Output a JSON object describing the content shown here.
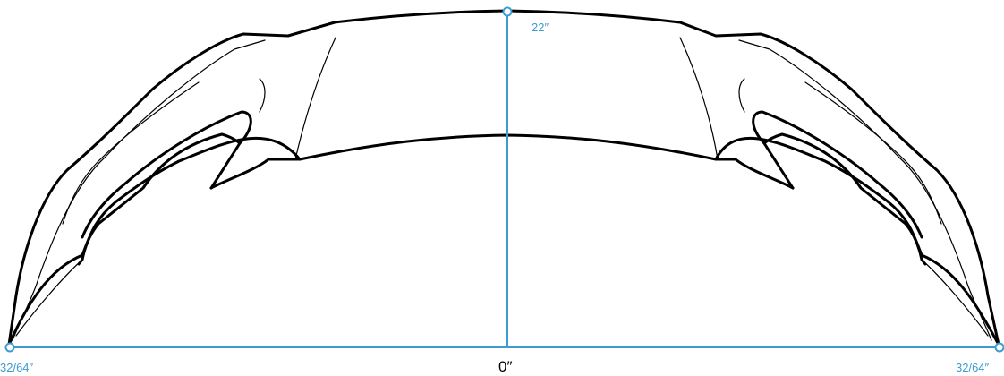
{
  "dimensions": {
    "height_label": "22″",
    "width_center_label": "0″",
    "left_end_label": "32/64″",
    "right_end_label": "32/64″"
  },
  "colors": {
    "dimension": "#3d9bd1",
    "outline": "#000000",
    "background": "#ffffff"
  }
}
